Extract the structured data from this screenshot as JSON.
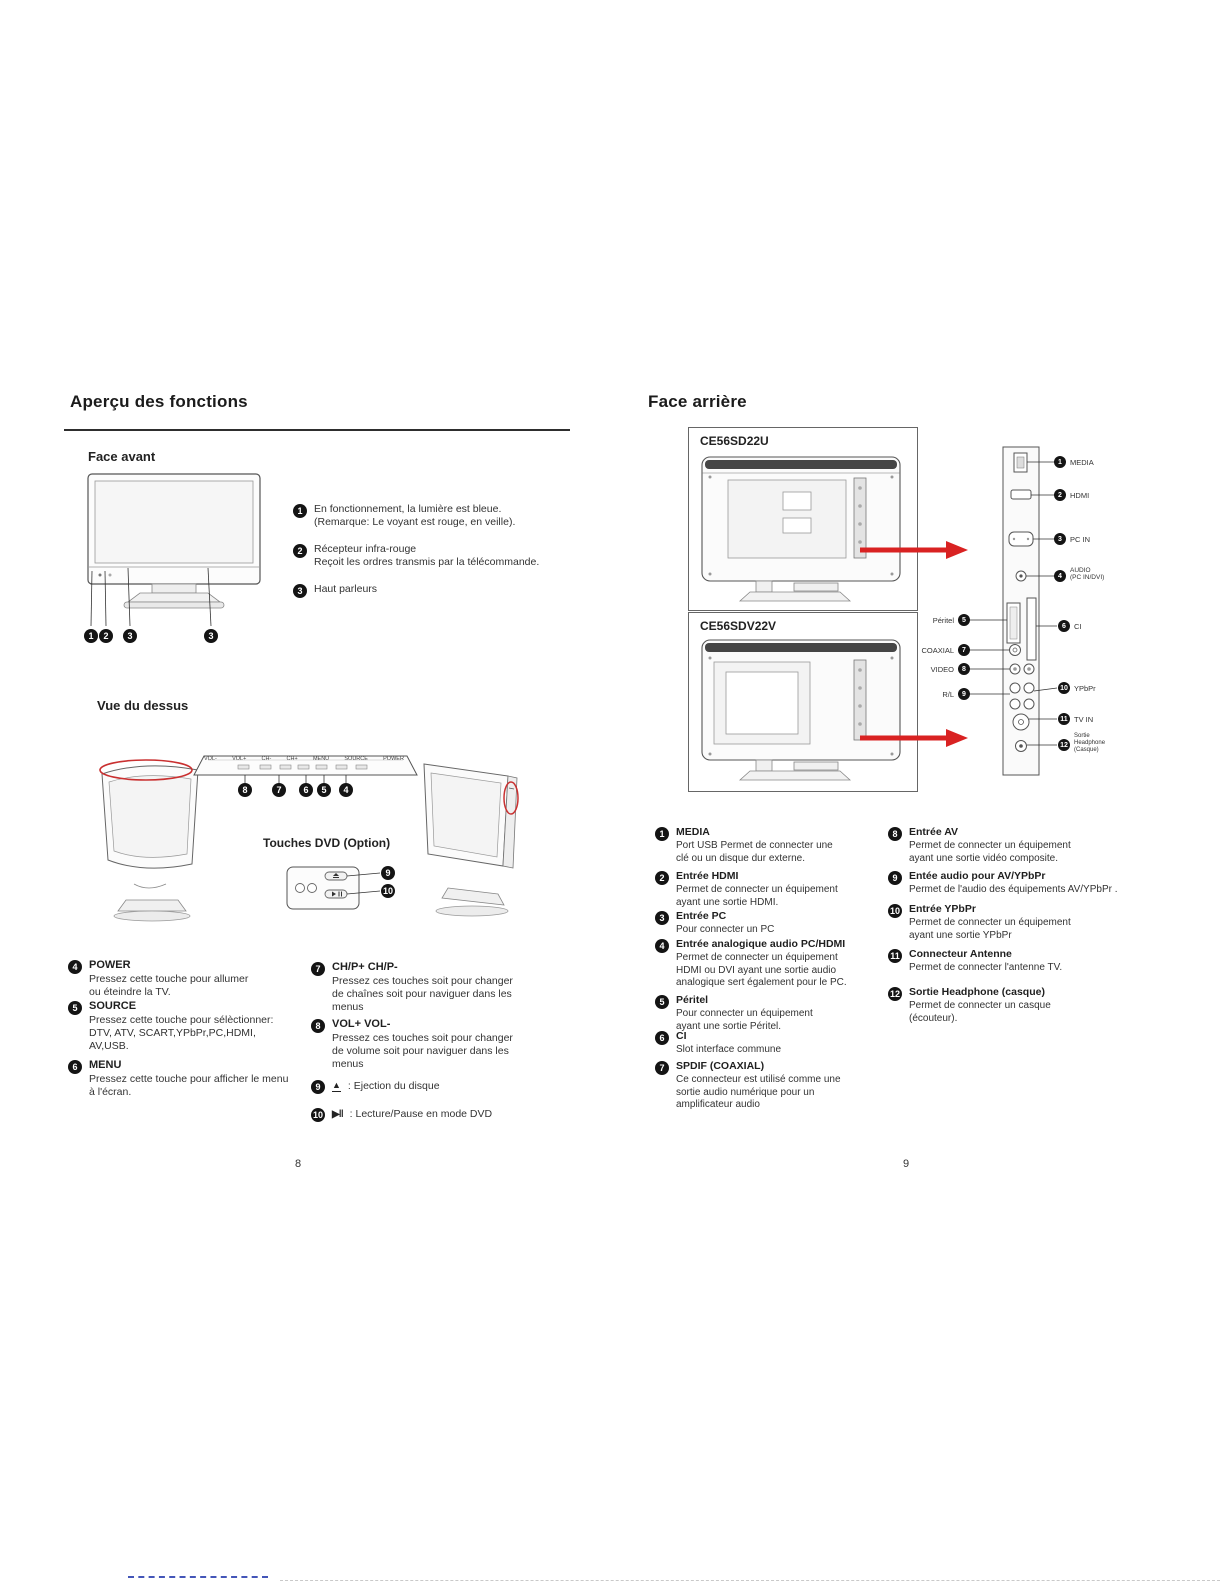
{
  "left": {
    "title": "Aperçu des fonctions",
    "page_number": "8",
    "front": {
      "heading": "Face avant",
      "figure_nums": [
        "1",
        "2",
        "3",
        "3"
      ],
      "callouts": [
        {
          "num": "1",
          "text": "En fonctionnement, la lumière est bleue.\n (Remarque: Le voyant est rouge, en veille)."
        },
        {
          "num": "2",
          "text": "Récepteur infra-rouge\nReçoit les ordres transmis par la télécommande."
        },
        {
          "num": "3",
          "text": "Haut parleurs"
        }
      ]
    },
    "top": {
      "heading": "Vue du dessus",
      "buttons": [
        "VOL-",
        "VOL+",
        "CH-",
        "CH+",
        "MENU",
        "SOURCE",
        "POWER"
      ],
      "strip_nums": [
        "8",
        "7",
        "6",
        "5",
        "4"
      ],
      "dvd": {
        "heading": "Touches DVD (Option)",
        "nums": [
          "9",
          "10"
        ]
      }
    },
    "functions": [
      {
        "num": "4",
        "title": "POWER",
        "body": "Pressez cette touche pour allumer\nou éteindre la TV."
      },
      {
        "num": "5",
        "title": "SOURCE",
        "body": "Pressez cette touche pour sélèctionner:\nDTV, ATV, SCART,YPbPr,PC,HDMI,\nAV,USB."
      },
      {
        "num": "6",
        "title": "MENU",
        "body": "Pressez cette touche pour afficher le menu\nà l'écran."
      },
      {
        "num": "7",
        "title": "CH/P+ CH/P-",
        "body": "Pressez ces touches soit pour changer\nde chaînes soit pour naviguer dans les\nmenus"
      },
      {
        "num": "8",
        "title": "VOL+ VOL-",
        "body": "Pressez ces touches soit pour changer\nde volume soit pour naviguer dans les\nmenus"
      },
      {
        "num": "9",
        "icon": "▲",
        "text": ":  Ejection du disque"
      },
      {
        "num": "10",
        "icon": "▶‖",
        "text": ":  Lecture/Pause en mode DVD"
      }
    ]
  },
  "right": {
    "title": "Face arrière",
    "page_number": "9",
    "models": [
      {
        "name": "CE56SD22U"
      },
      {
        "name": "CE56SDV22V"
      }
    ],
    "panel": {
      "right_labels": [
        {
          "num": "1",
          "label": "MEDIA"
        },
        {
          "num": "2",
          "label": "HDMI"
        },
        {
          "num": "3",
          "label": "PC IN"
        },
        {
          "num": "4",
          "label": "AUDIO\n(PC IN/DVI)"
        },
        {
          "num": "6",
          "label": "CI"
        },
        {
          "num": "10",
          "label": "YPbPr"
        },
        {
          "num": "11",
          "label": "TV IN"
        },
        {
          "num": "12",
          "label": "Sortie\nHeadphone\n(Casque)"
        }
      ],
      "left_labels": [
        {
          "num": "5",
          "label": "Péritel"
        },
        {
          "num": "7",
          "label": "COAXIAL"
        },
        {
          "num": "8",
          "label": "VIDEO"
        },
        {
          "num": "9",
          "label": "R/L"
        }
      ]
    },
    "desc_left": [
      {
        "num": "1",
        "title": "MEDIA",
        "body": "Port USB Permet de connecter une\nclé ou un disque dur externe."
      },
      {
        "num": "2",
        "title": "Entrée HDMI",
        "body": "Permet de connecter un équipement\nayant une sortie HDMI."
      },
      {
        "num": "3",
        "title": "Entrée PC",
        "body": "Pour connecter un PC"
      },
      {
        "num": "4",
        "title": "Entrée analogique audio PC/HDMI",
        "body": "Permet de connecter un équipement\nHDMI ou DVI ayant une sortie audio\nanalogique sert également pour le PC."
      },
      {
        "num": "5",
        "title": "Péritel",
        "body": "Pour connecter un équipement\nayant une sortie Péritel."
      },
      {
        "num": "6",
        "title": "CI",
        "body": "Slot interface commune"
      },
      {
        "num": "7",
        "title": "SPDIF (COAXIAL)",
        "body": "Ce connecteur est utilisé comme une\nsortie audio numérique pour un\namplificateur audio"
      }
    ],
    "desc_right": [
      {
        "num": "8",
        "title": "Entrée AV",
        "body": "Permet de connecter un équipement\n ayant une sortie vidéo composite."
      },
      {
        "num": "9",
        "title": "Entée audio pour AV/YPbPr",
        "body": "Permet de l'audio des équipements AV/YPbPr ."
      },
      {
        "num": "10",
        "title": "Entrée YPbPr",
        "body": "Permet de connecter un équipement\nayant une sortie YPbPr"
      },
      {
        "num": "11",
        "title": "Connecteur Antenne",
        "body": "Permet de connecter l'antenne TV."
      },
      {
        "num": "12",
        "title": "Sortie Headphone (casque)",
        "body": "Permet de connecter un casque\n(écouteur)."
      }
    ]
  }
}
